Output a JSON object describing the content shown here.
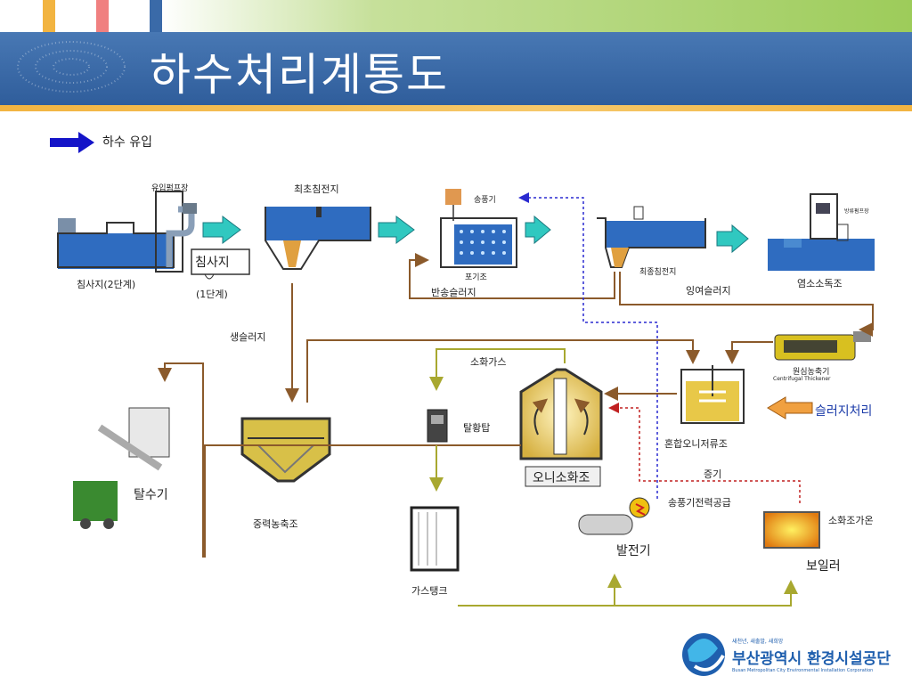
{
  "slide": {
    "title": "하수처리계통도",
    "accent_colors": {
      "banner": "#3a6aa8",
      "stripe": "#f2b441",
      "top_green": "#9dcc5a"
    }
  },
  "legend": {
    "inflow_label": "하수 유입"
  },
  "stages": {
    "grit_chamber": "침사지(2단계)",
    "inflow_pump": "유입펌프장",
    "grit_box": "침사지",
    "grit_stage1": "(1단계)",
    "primary_clarifier": "최초침전지",
    "blower": "송풍기",
    "aeration_tank": "포기조",
    "return_sludge": "반송슬러지",
    "final_clarifier": "최종침전지",
    "excess_sludge": "잉여슬러지",
    "discharge_pump": "방류펌프장",
    "chlorine_tank": "염소소독조",
    "raw_sludge": "생슬러지",
    "centrifuge": "원심농축기",
    "centrifuge_en": "Centrifugal Thickener",
    "sludge_treatment": "슬러지처리",
    "digester_gas": "소화가스",
    "desulfurizer": "탈황탑",
    "digester": "오니소화조",
    "mixing_tank": "혼합오니저류조",
    "steam": "증기",
    "blower_power": "송풍기전력공급",
    "digester_heating": "소화조가온",
    "gravity_thickener": "중력농축조",
    "dewaterer": "탈수기",
    "generator": "발전기",
    "gas_tank": "가스탱크",
    "boiler": "보일러"
  },
  "logo": {
    "tagline": "새천년, 새출발, 새희망",
    "name": "부산광역시 환경시설공단",
    "english": "Busan Metropolitan City Environmental Installation Corporation",
    "color": "#1f5fae"
  }
}
